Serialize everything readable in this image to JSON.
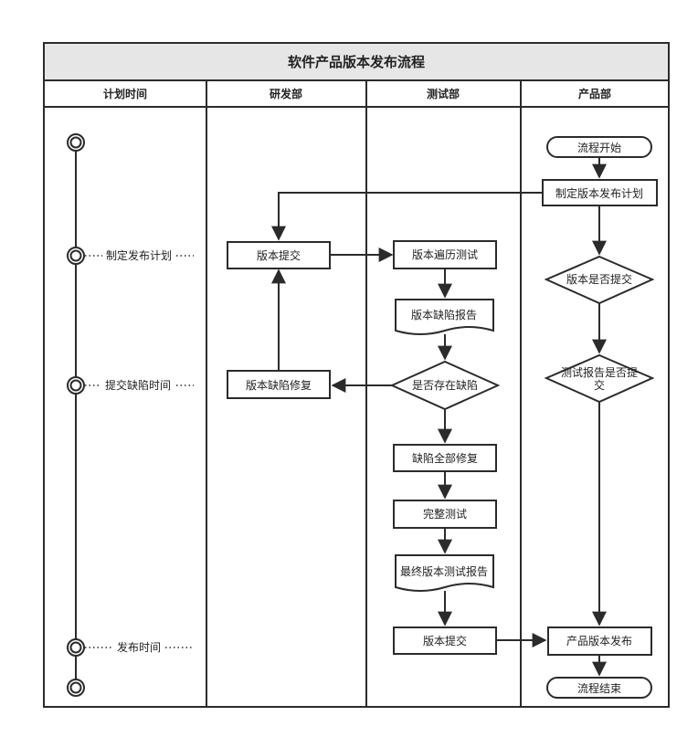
{
  "title": "软件产品版本发布流程",
  "lanes": [
    "计划时间",
    "研发部",
    "测试部",
    "产品部"
  ],
  "timeline": {
    "milestones": [
      "制定发布计划",
      "提交缺陷时间",
      "发布时间"
    ]
  },
  "nodes": {
    "start": "流程开始",
    "make_plan": "制定版本发布计划",
    "dev_submit": "版本提交",
    "test_traverse": "版本遍历测试",
    "defect_report": "版本缺陷报告",
    "has_defect": "是否存在缺陷",
    "dev_fix": "版本缺陷修复",
    "fix_all": "缺陷全部修复",
    "full_test": "完整测试",
    "final_report": "最终版本测试报告",
    "test_submit": "版本提交",
    "version_submitted": "版本是否提交",
    "report_submitted_1": "测试报告是否提",
    "report_submitted_2": "交",
    "release": "产品版本发布",
    "end": "流程结束"
  },
  "colors": {
    "line": "#2b2b2b",
    "header_fill": "#e6e6e6",
    "node_fill": "#ffffff"
  }
}
